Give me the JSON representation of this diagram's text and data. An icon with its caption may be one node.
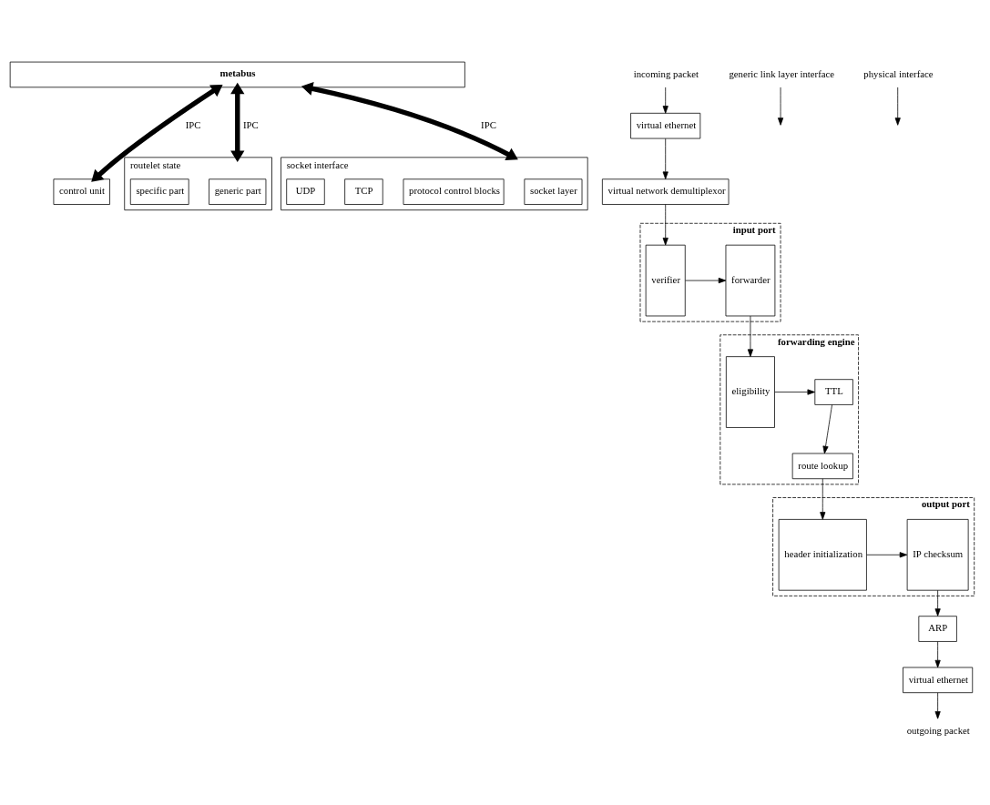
{
  "diagram": {
    "nodes": [
      {
        "text": [
          "metabus"
        ]
      },
      {
        "text": [
          "control unit"
        ]
      },
      {
        "text": [
          "routelet state"
        ]
      },
      {
        "text": [
          "generic part"
        ],
        "in": 2
      },
      {
        "text": [
          "specific part"
        ],
        "in": 2
      },
      {
        "text": [
          "socket interface"
        ]
      },
      {
        "text": [
          "socket layer"
        ],
        "in": 5
      },
      {
        "text": [
          "protocol control blocks"
        ],
        "in": 5
      },
      {
        "text": [
          "TCP"
        ],
        "in": 5
      },
      {
        "text": [
          "UDP"
        ],
        "in": 5
      },
      {
        "text": [
          "input port"
        ]
      },
      {
        "text": [
          "verifier"
        ],
        "in": 10
      },
      {
        "text": [
          "forwarder"
        ],
        "in": 10
      },
      {
        "text": [
          "forwarding engine"
        ]
      },
      {
        "text": [
          "eligibility"
        ],
        "in": 13
      },
      {
        "text": [
          "route lookup"
        ],
        "in": 13
      },
      {
        "text": [
          "TTL"
        ],
        "in": 13
      },
      {
        "text": [
          "output port"
        ]
      },
      {
        "text": [
          "header initialization"
        ],
        "in": 17
      },
      {
        "text": [
          "IP checksum"
        ],
        "in": 17
      },
      {
        "text": [
          "virtual network demultiplexor"
        ]
      },
      {
        "text": [
          "generic link layer interface"
        ]
      },
      {
        "text": [
          "virtual ethernet"
        ]
      },
      {
        "text": [
          "physical interface"
        ]
      },
      {
        "text": [
          "incoming packet"
        ]
      },
      {
        "text": [
          "ARP"
        ]
      },
      {
        "text": [
          "virtual ethernet"
        ]
      },
      {
        "text": [
          "outgoing packet"
        ]
      }
    ],
    "edges": [
      {
        "from": 0,
        "to": 1,
        "arrow": "both",
        "label": "IPC",
        "style": "thick"
      },
      {
        "from": 0,
        "to": 2,
        "arrow": "both",
        "label": "IPC",
        "style": "thick"
      },
      {
        "from": 0,
        "to": 5,
        "arrow": "both",
        "label": "IPC",
        "style": "thick"
      },
      {
        "from": 11,
        "to": 12,
        "arrow": "to"
      },
      {
        "from": 12,
        "to": 14,
        "arrow": "to"
      },
      {
        "from": 14,
        "to": 16,
        "arrow": "to"
      },
      {
        "from": 16,
        "to": 15,
        "arrow": "to"
      },
      {
        "from": 15,
        "to": 18,
        "arrow": "to"
      },
      {
        "from": 18,
        "to": 19,
        "arrow": "to"
      },
      {
        "from": 19,
        "to": 25,
        "arrow": "to"
      },
      {
        "from": 25,
        "to": 26,
        "arrow": "to"
      },
      {
        "from": 26,
        "to": 27,
        "arrow": "to"
      },
      {
        "from": 24,
        "to": 22,
        "arrow": "to"
      },
      {
        "from": 22,
        "to": 20,
        "arrow": "to"
      },
      {
        "from": 20,
        "to": 11,
        "arrow": "to"
      },
      {
        "from": 21,
        "to": null,
        "arrow": "to"
      },
      {
        "from": 23,
        "to": null,
        "arrow": "to"
      }
    ]
  }
}
